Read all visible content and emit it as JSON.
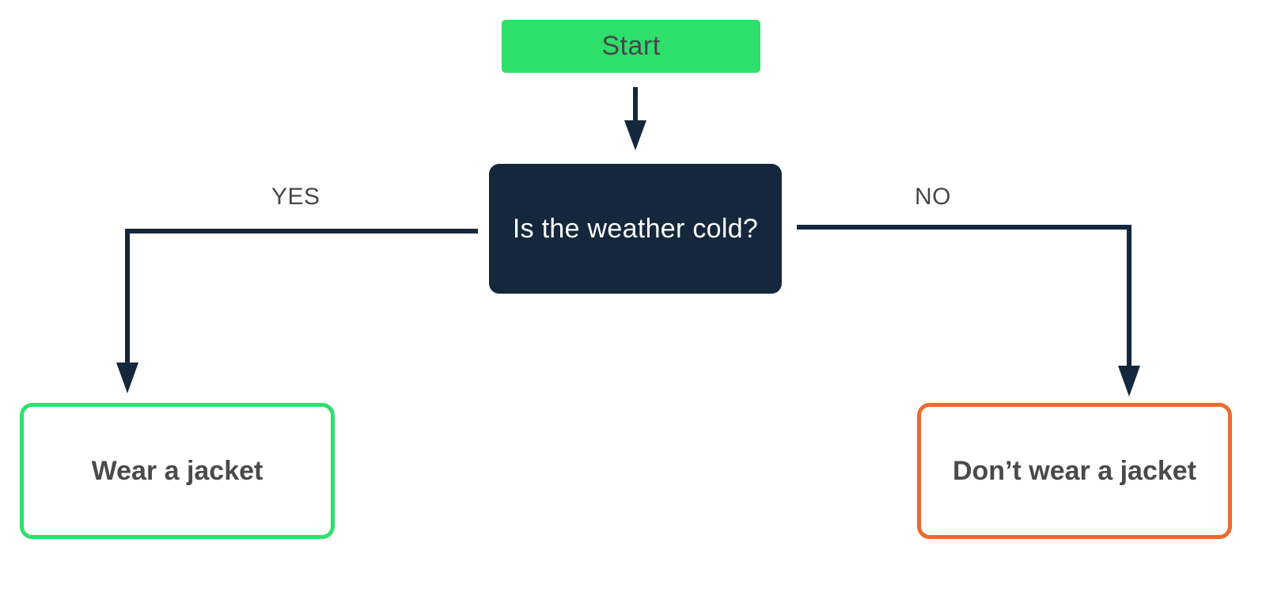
{
  "diagram": {
    "start": {
      "label": "Start"
    },
    "decision": {
      "label": "Is the weather cold?"
    },
    "branches": {
      "yes": {
        "label": "YES",
        "outcome": "Wear a jacket"
      },
      "no": {
        "label": "NO",
        "outcome": "Don’t wear a jacket"
      }
    }
  },
  "colors": {
    "start_fill": "#2fdf6c",
    "decision_fill": "#14273c",
    "connector": "#14273c",
    "yes_border": "#2fdf6c",
    "no_border": "#ec6a2c",
    "text": "#474747"
  }
}
